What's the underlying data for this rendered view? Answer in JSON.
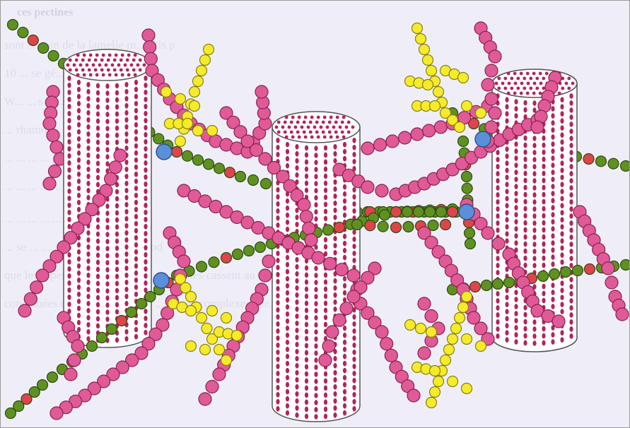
{
  "background_text": {
    "heading": "ces pectines",
    "lines": [
      "sont ... soin de la lamelle m... pris p",
      "10 ... se gé... ...OTME ... e",
      "W... ... s ... ... le gal ... p",
      "... rhamn... ... le galac ... ...des",
      "... ... ... ... pr... ... ... ...sen",
      "... ... ... ... ... ... ... ... ...e ... pri",
      "... ... ... ... ... ... ... ... ...",
      "... se ... ... ... ... ... ... ... ...des mod",
      "que les types de branchements ... ...mmes cassent au ...gende",
      "constituées de divers oses ... ... ...de très complexes. Ce..."
    ]
  },
  "colors": {
    "pectin_chain": "#e05a97",
    "pectin_stroke": "#8a1f4c",
    "cellulose_dot": "#b3245c",
    "cylinder_fill": "#ffffff",
    "cylinder_stroke": "#555555",
    "arabinan": "#f5eb2a",
    "arabinan_stroke": "#8a7f10",
    "xyloglucan_green": "#5f9121",
    "xyloglucan_red": "#e0444a",
    "calcium_blue": "#5b8fd9",
    "background_tint": "#efeef8"
  },
  "structures": {
    "cellulose_microfibrils": 3,
    "yellow_side_branches": 4,
    "calcium_bridges": 4
  }
}
